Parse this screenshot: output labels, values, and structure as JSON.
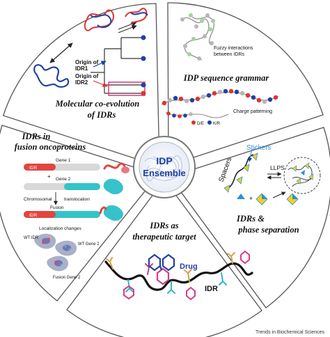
{
  "center": {
    "line1": "IDP",
    "line2": "Ensemble"
  },
  "segments": {
    "coevolution": {
      "title1": "Molecular co-evolution",
      "title2": "of IDRs",
      "origin1": "Origin of",
      "origin1b": "IDR1",
      "origin2": "Origin of",
      "origin2b": "IDR2"
    },
    "grammar": {
      "title": "IDP sequence grammar",
      "fuzzy1": "Fuzzy interactions",
      "fuzzy2": "between IDRs",
      "charge": "Charge patterning",
      "legend_de": "D/E",
      "legend_kr": "K/R"
    },
    "fusion": {
      "title1": "IDRs in",
      "title2": "fusion oncoproteins",
      "gene1": "Gene 1",
      "idr": "IDR",
      "plus": "+",
      "gene2": "Gene 2",
      "translocation1": "Chromosomal",
      "translocation2": "translocation",
      "fusion": "Fusion",
      "idr2": "IDR",
      "localization": "Localization changes",
      "wt_idr": "WT IDR",
      "wt_gene2": "WT Gene 2",
      "fusion_gene2": "Fusion Gene 2"
    },
    "phase": {
      "stickers": "Stickers",
      "spacers": "Spacers",
      "llps": "LLPS",
      "plus": "+",
      "title1": "IDRs &",
      "title2": "phase separation"
    },
    "therapeutic": {
      "title1": "IDRs as",
      "title2": "therapeutic target",
      "drug": "Drug",
      "idr": "IDR"
    }
  },
  "credit": "Trends in Biochemical Sciences",
  "colors": {
    "outline": "#555555",
    "blue_label": "#1a3fa0",
    "stickers": "#2f8fd8",
    "idr_red": "#e0463f",
    "gene2_teal": "#35c3c9",
    "drug_magenta": "#d63c8c",
    "chain_gray": "#7a7a7a"
  }
}
